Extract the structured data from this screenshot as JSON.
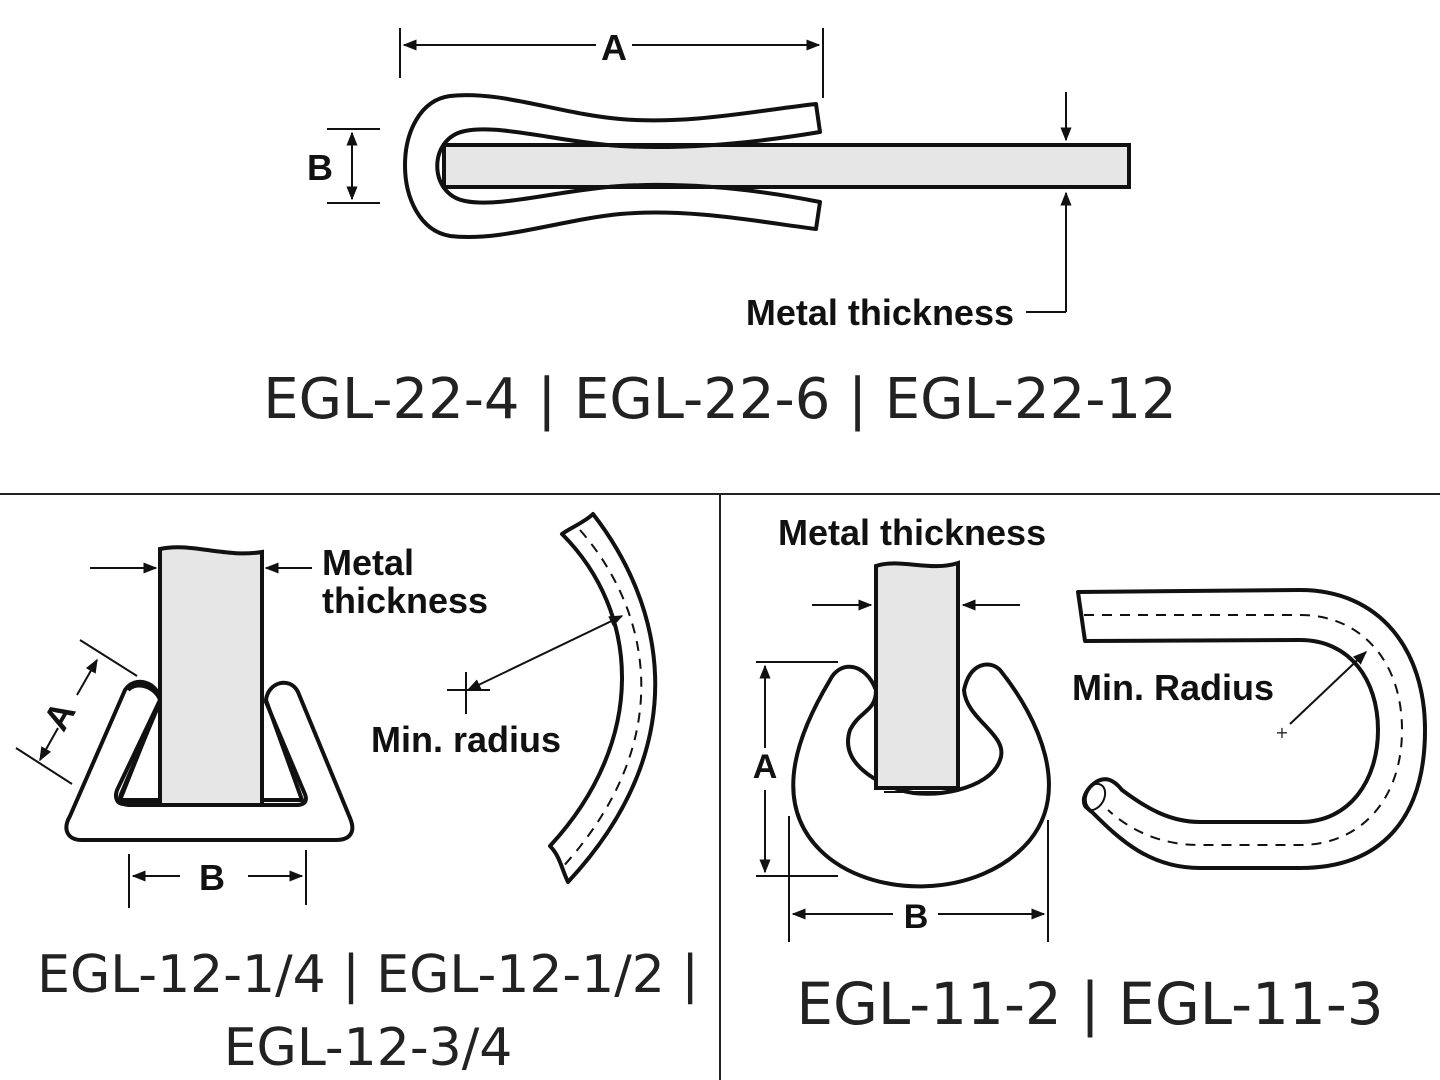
{
  "colors": {
    "line": "#111111",
    "metal_fill": "#e6e6e6",
    "background": "#ffffff",
    "text": "#222222"
  },
  "top_panel": {
    "dim_a": "A",
    "dim_b": "B",
    "metal_thickness": "Metal thickness",
    "part_numbers": "EGL-22-4 | EGL-22-6 | EGL-22-12"
  },
  "bottom_left_panel": {
    "dim_a": "A",
    "dim_b": "B",
    "metal_thickness_line1": "Metal",
    "metal_thickness_line2": "thickness",
    "min_radius": "Min. radius",
    "part_numbers_line1": "EGL-12-1/4 | EGL-12-1/2 |",
    "part_numbers_line2": "EGL-12-3/4"
  },
  "bottom_right_panel": {
    "dim_a": "A",
    "dim_b": "B",
    "metal_thickness": "Metal thickness",
    "min_radius": "Min. Radius",
    "part_numbers": "EGL-11-2 | EGL-11-3"
  }
}
